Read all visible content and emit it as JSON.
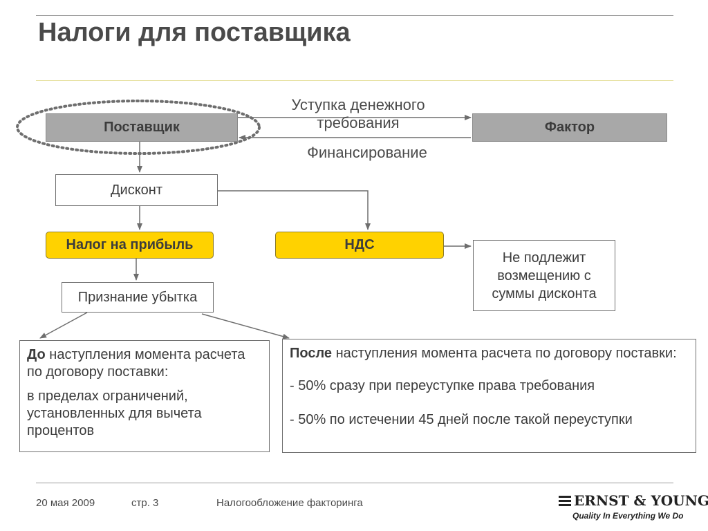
{
  "title": "Налоги для поставщика",
  "diagram": {
    "supplier": "Поставщик",
    "factor": "Фактор",
    "assignment": "Уступка денежного требования",
    "financing": "Финансирование",
    "discount": "Дисконт",
    "profit_tax": "Налог на прибыль",
    "vat": "НДС",
    "not_deductible": "Не подлежит возмещению с суммы дисконта",
    "loss_recognition": "Признание убытка",
    "before": {
      "bold": "До",
      "rest": " наступления момента расчета по договору поставки:",
      "detail": "в пределах ограничений, установленных для вычета процентов"
    },
    "after": {
      "bold": "После",
      "rest": " наступления момента расчета по договору поставки:",
      "item1": "- 50% сразу при переуступке права требования",
      "item2": "- 50% по истечении 45 дней после такой переуступки"
    }
  },
  "footer": {
    "date": "20 мая 2009",
    "page": "стр. 3",
    "topic": "Налогообложение факторинга",
    "logo": "ERNST & YOUNG",
    "tagline": "Quality In Everything We Do"
  },
  "colors": {
    "accent": "#ffd200",
    "gray_box": "#a8a8a8",
    "rule": "#e6e1a0"
  }
}
